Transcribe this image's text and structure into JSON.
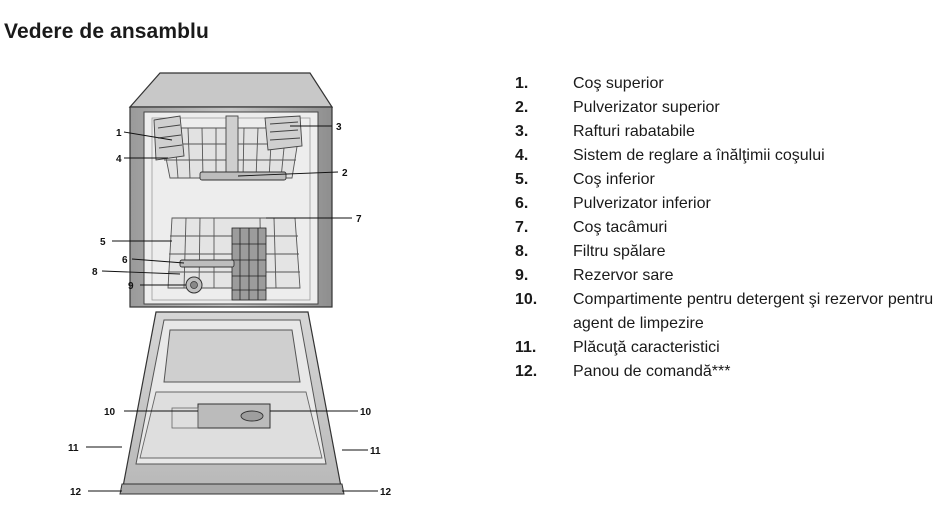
{
  "title": "Vedere de ansamblu",
  "callouts": {
    "c1": "1",
    "c2": "2",
    "c3": "3",
    "c4": "4",
    "c5": "5",
    "c6": "6",
    "c7": "7",
    "c8": "8",
    "c9": "9",
    "c10_left": "10",
    "c10_right": "10",
    "c11_left": "11",
    "c11_right": "11",
    "c12_left": "12",
    "c12_right": "12"
  },
  "legend": [
    {
      "num": "1.",
      "text": "Coş superior"
    },
    {
      "num": "2.",
      "text": "Pulverizator superior"
    },
    {
      "num": "3.",
      "text": "Rafturi rabatabile"
    },
    {
      "num": "4.",
      "text": "Sistem de reglare a înălţimii coşului"
    },
    {
      "num": "5.",
      "text": "Coş inferior"
    },
    {
      "num": "6.",
      "text": "Pulverizator inferior"
    },
    {
      "num": "7.",
      "text": "Coş tacâmuri"
    },
    {
      "num": "8.",
      "text": "Filtru spălare"
    },
    {
      "num": "9.",
      "text": "Rezervor sare"
    },
    {
      "num": "10.",
      "text": "Compartimente pentru detergent şi rezervor pentru agent de limpezire"
    },
    {
      "num": "11.",
      "text": "Plăcuţă caracteristici"
    },
    {
      "num": "12.",
      "text": "Panou de comandă***"
    }
  ]
}
